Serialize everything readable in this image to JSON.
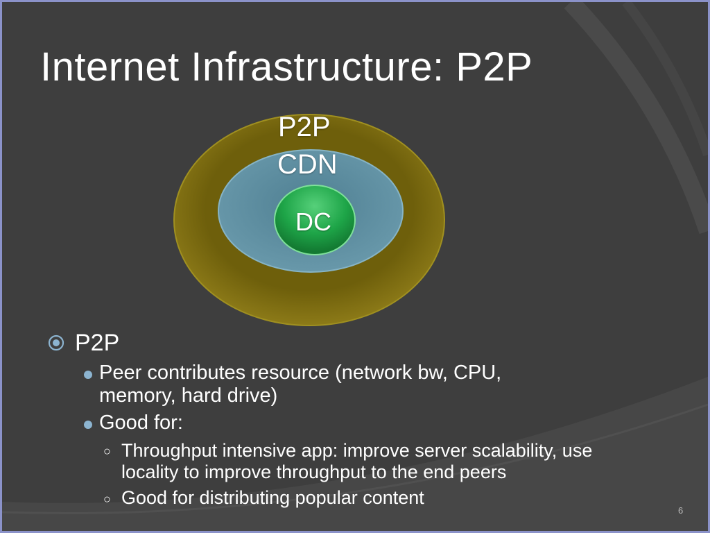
{
  "slide": {
    "title": "Internet Infrastructure: P2P",
    "page_number": "6"
  },
  "diagram": {
    "outer_label": "P2P",
    "middle_label": "CDN",
    "inner_label": "DC",
    "colors": {
      "outer": "#7d6d10",
      "middle": "#5a8799",
      "inner": "#1da446"
    }
  },
  "content": {
    "level1": "P2P",
    "items": [
      {
        "text": "Peer contributes resource (network bw, CPU, memory, hard drive)",
        "lines": [
          "Peer contributes resource (network bw, CPU,",
          "memory, hard drive)"
        ]
      },
      {
        "text": "Good for:",
        "lines": [
          "Good for:"
        ],
        "subitems": [
          {
            "lines": [
              "Throughput intensive app: improve server scalability, use",
              "locality to improve throughput to the end peers"
            ]
          },
          {
            "lines": [
              "Good for distributing popular content"
            ]
          }
        ]
      }
    ]
  },
  "colors": {
    "background": "#3e3e3e",
    "frame": "#8b92c9",
    "bullet_accent": "#8cb4d0"
  }
}
